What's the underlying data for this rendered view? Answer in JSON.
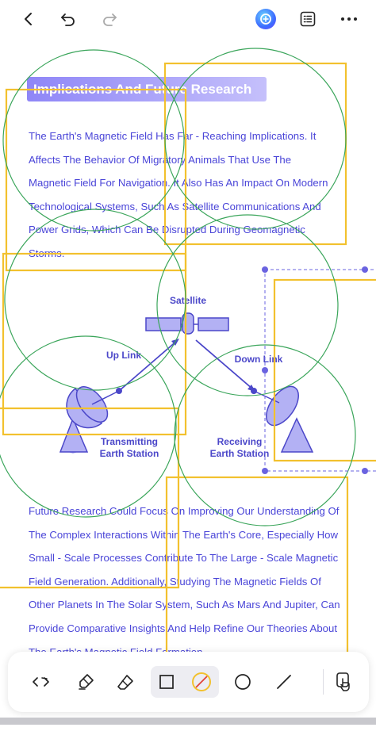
{
  "toolbar": {
    "back_icon": "chevron-left-icon",
    "undo_icon": "undo-icon",
    "redo_icon": "redo-icon",
    "ai_icon": "ai-assistant-icon",
    "list_icon": "list-icon",
    "more_icon": "more-horizontal-icon"
  },
  "document": {
    "heading": "Implications And Future Research",
    "paragraph1": [
      "The Earth's Magnetic Field Has Far - Reaching Implications. It",
      "Affects The Behavior Of Migratory Animals That Use The",
      "Magnetic Field For Navigation. It Also Has An Impact On Modern",
      "Technological Systems, Such As Satellite Communications And",
      "Power Grids, Which Can Be Disrupted During Geomagnetic",
      "Storms."
    ],
    "figure": {
      "satellite": "Satellite",
      "uplink": "Up Link",
      "downlink": "Down Link",
      "transmitting_line1": "Transmitting",
      "transmitting_line2": "Earth Station",
      "receiving_line1": "Receiving",
      "receiving_line2": "Earth Station"
    },
    "paragraph2": [
      "Future Research Could Focus On Improving Our Understanding Of",
      "The Complex Interactions Within The Earth's Core, Especially How",
      "Small - Scale Processes Contribute To The Large - Scale Magnetic",
      "Field Generation. Additionally, Studying The Magnetic Fields Of",
      "Other Planets In The Solar System, Such As Mars And Jupiter, Can",
      "Provide Comparative Insights And Help Refine Our Theories About",
      "The Earth's Magnetic Field Formation."
    ]
  },
  "colors": {
    "text": "#4a45d8",
    "annotation_yellow": "#f2c12e",
    "annotation_green": "#3aa55a",
    "selection": "#6a63e0",
    "figure_fill": "#b3b1f4",
    "figure_stroke": "#4b47c9"
  },
  "draw_tools": [
    {
      "icon": "code-brackets-icon",
      "active": false
    },
    {
      "icon": "highlighter-icon",
      "active": false
    },
    {
      "icon": "eraser-icon",
      "active": false
    },
    {
      "icon": "rectangle-icon",
      "active": true
    },
    {
      "icon": "no-fill-color-icon",
      "active": false
    },
    {
      "icon": "circle-icon",
      "active": false
    },
    {
      "icon": "line-icon",
      "active": false
    },
    {
      "icon": "touch-pen-icon",
      "active": false
    }
  ]
}
